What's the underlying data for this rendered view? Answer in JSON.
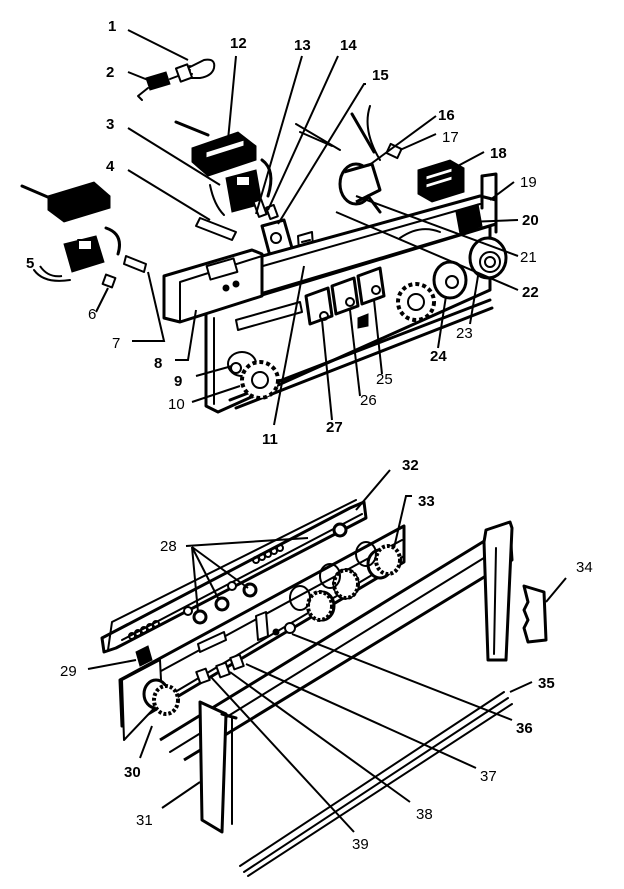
{
  "diagram": {
    "title": "Control panel assembly – exploded parts view",
    "colors": {
      "ink": "#000000",
      "paper": "#ffffff"
    },
    "callouts": [
      {
        "id": "1",
        "label": "1"
      },
      {
        "id": "2",
        "label": "2"
      },
      {
        "id": "3",
        "label": "3"
      },
      {
        "id": "4",
        "label": "4"
      },
      {
        "id": "5",
        "label": "5"
      },
      {
        "id": "6",
        "label": "6"
      },
      {
        "id": "7",
        "label": "7"
      },
      {
        "id": "8",
        "label": "8"
      },
      {
        "id": "9",
        "label": "9"
      },
      {
        "id": "10",
        "label": "10"
      },
      {
        "id": "11",
        "label": "11"
      },
      {
        "id": "12",
        "label": "12"
      },
      {
        "id": "13",
        "label": "13"
      },
      {
        "id": "14",
        "label": "14"
      },
      {
        "id": "15",
        "label": "15"
      },
      {
        "id": "16",
        "label": "16"
      },
      {
        "id": "17",
        "label": "17"
      },
      {
        "id": "18",
        "label": "18"
      },
      {
        "id": "19",
        "label": "19"
      },
      {
        "id": "20",
        "label": "20"
      },
      {
        "id": "21",
        "label": "21"
      },
      {
        "id": "22",
        "label": "22"
      },
      {
        "id": "23",
        "label": "23"
      },
      {
        "id": "24",
        "label": "24"
      },
      {
        "id": "25",
        "label": "25"
      },
      {
        "id": "26",
        "label": "26"
      },
      {
        "id": "27",
        "label": "27"
      },
      {
        "id": "28",
        "label": "28"
      },
      {
        "id": "29",
        "label": "29"
      },
      {
        "id": "30",
        "label": "30"
      },
      {
        "id": "31",
        "label": "31"
      },
      {
        "id": "32",
        "label": "32"
      },
      {
        "id": "33",
        "label": "33"
      },
      {
        "id": "34",
        "label": "34"
      },
      {
        "id": "35",
        "label": "35"
      },
      {
        "id": "36",
        "label": "36"
      },
      {
        "id": "37",
        "label": "37"
      },
      {
        "id": "38",
        "label": "38"
      },
      {
        "id": "39",
        "label": "39"
      }
    ]
  }
}
